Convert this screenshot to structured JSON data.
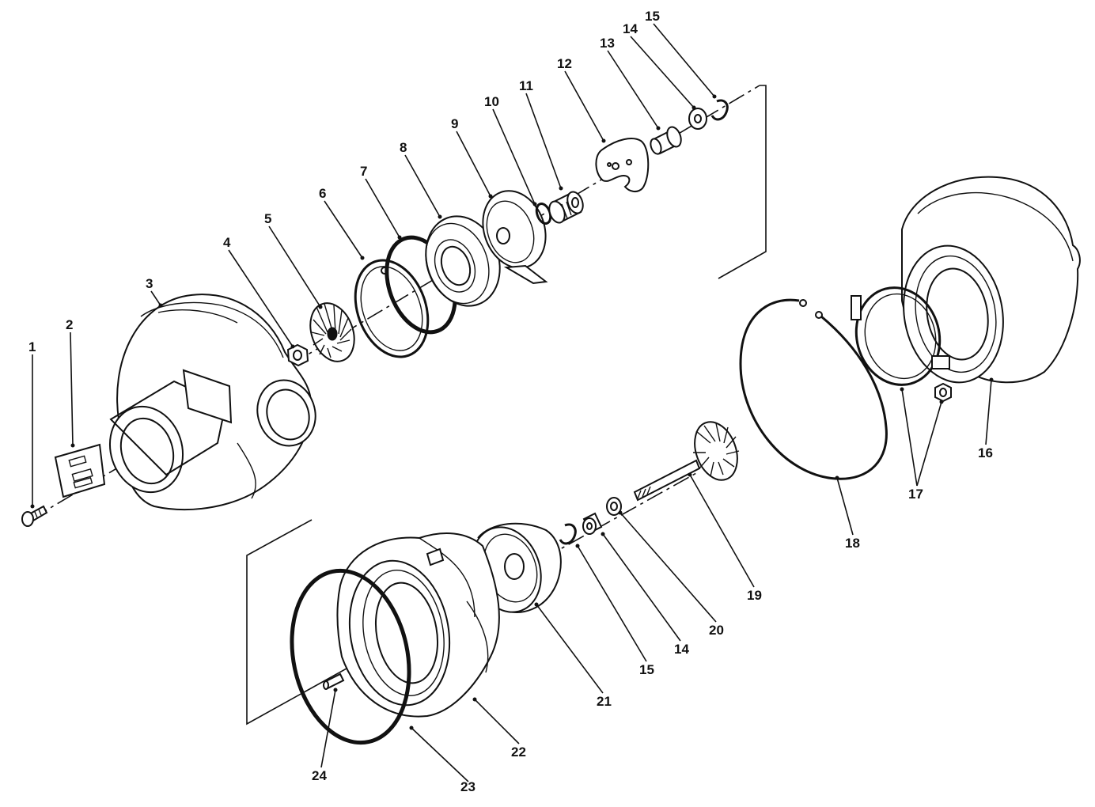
{
  "callouts": {
    "c1": "1",
    "c2": "2",
    "c3": "3",
    "c4": "4",
    "c5": "5",
    "c6": "6",
    "c7": "7",
    "c8": "8",
    "c9": "9",
    "c10": "10",
    "c11": "11",
    "c12": "12",
    "c13": "13",
    "c14a": "14",
    "c15a": "15",
    "c16": "16",
    "c17": "17",
    "c18": "18",
    "c19": "19",
    "c20": "20",
    "c14b": "14",
    "c15b": "15",
    "c21": "21",
    "c22": "22",
    "c23": "23",
    "c24": "24"
  }
}
